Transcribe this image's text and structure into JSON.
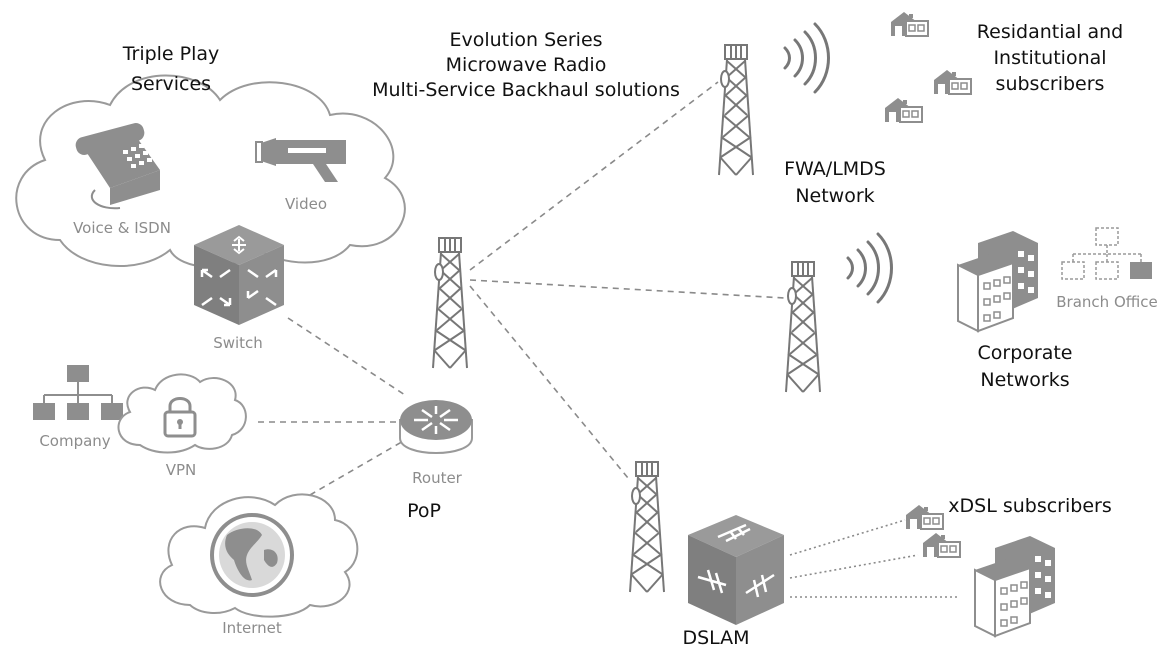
{
  "labels": {
    "triple_play": [
      "Triple Play",
      "Services"
    ],
    "evolution": [
      "Evolution Series",
      "Microwave Radio",
      "Multi-Service Backhaul solutions"
    ],
    "residential": [
      "Residantial and",
      "Institutional",
      "subscribers"
    ],
    "fwa": [
      "FWA/LMDS",
      "Network"
    ],
    "corporate": [
      "Corporate",
      "Networks"
    ],
    "branch_office": "Branch Office",
    "voice_isdn": "Voice & ISDN",
    "video": "Video",
    "switch": "Switch",
    "company": "Company",
    "vpn": "VPN",
    "router": "Router",
    "pop": "PoP",
    "internet": "Internet",
    "dslam": "DSLAM",
    "xdsl": "xDSL subscribers"
  },
  "icons": [
    "phone-icon",
    "video-camera-icon",
    "switch-icon",
    "org-chart-icon",
    "lock-icon",
    "globe-icon",
    "router-icon",
    "tower-icon",
    "radio-wave-icon",
    "house-icon",
    "office-building-icon",
    "dslam-icon"
  ],
  "colors": {
    "icon_grey": "#8e8e8e",
    "line_grey": "#8a8a8a",
    "text_dark": "#111111",
    "text_grey": "#8c8c8c"
  }
}
